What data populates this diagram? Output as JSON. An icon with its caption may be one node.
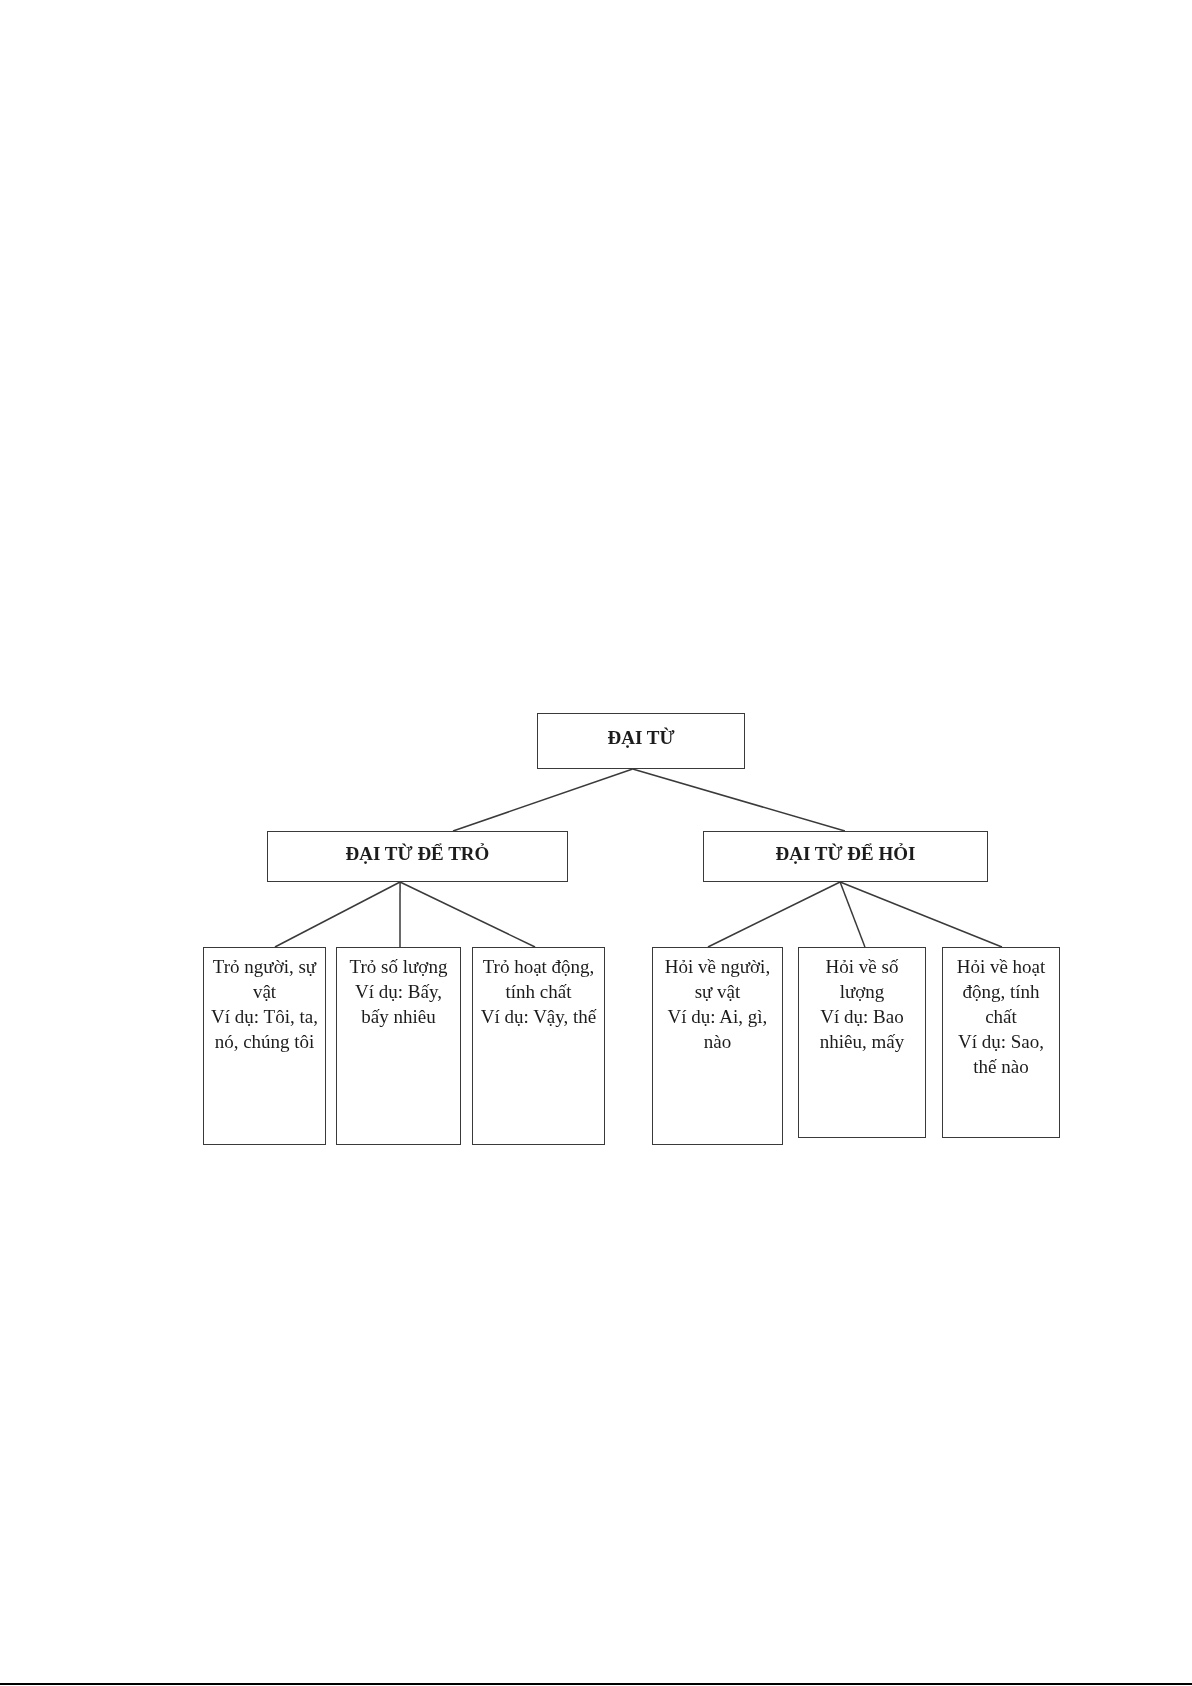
{
  "diagram": {
    "nodes": [
      {
        "text": [
          "ĐẠI TỪ"
        ]
      },
      {
        "text": [
          "ĐẠI TỪ ĐỂ TRỎ"
        ]
      },
      {
        "text": [
          "ĐẠI TỪ ĐỂ HỎI"
        ]
      },
      {
        "text": [
          "Trỏ người, sự vật",
          "Ví dụ: Tôi, ta, nó, chúng tôi"
        ]
      },
      {
        "text": [
          "Trỏ số lượng",
          "Ví dụ: Bấy, bấy nhiêu"
        ]
      },
      {
        "text": [
          "Trỏ hoạt động, tính chất",
          "Ví dụ: Vậy, thế"
        ]
      },
      {
        "text": [
          "Hỏi về người, sự vật",
          "Ví dụ: Ai, gì, nào"
        ]
      },
      {
        "text": [
          "Hỏi về số lượng",
          "Ví dụ: Bao nhiêu, mấy"
        ]
      },
      {
        "text": [
          "Hỏi về hoạt động, tính chất",
          "Ví dụ: Sao, thế nào"
        ]
      }
    ],
    "edges": [
      {
        "from": 0,
        "to": 1,
        "arrow": "none"
      },
      {
        "from": 0,
        "to": 2,
        "arrow": "none"
      },
      {
        "from": 1,
        "to": 3,
        "arrow": "none"
      },
      {
        "from": 1,
        "to": 4,
        "arrow": "none"
      },
      {
        "from": 1,
        "to": 5,
        "arrow": "none"
      },
      {
        "from": 2,
        "to": 6,
        "arrow": "none"
      },
      {
        "from": 2,
        "to": 7,
        "arrow": "none"
      },
      {
        "from": 2,
        "to": 8,
        "arrow": "none"
      }
    ]
  }
}
